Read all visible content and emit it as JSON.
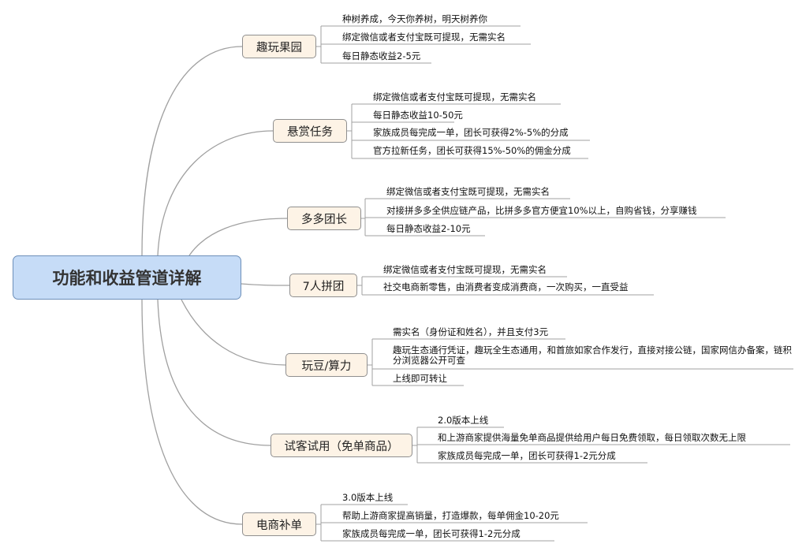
{
  "title": "功能和收益管道详解",
  "branches": [
    {
      "label": "趣玩果园",
      "items": [
        "种树养成，今天你养树，明天树养你",
        "绑定微信或者支付宝既可提现，无需实名",
        "每日静态收益2-5元"
      ]
    },
    {
      "label": "悬赏任务",
      "items": [
        "绑定微信或者支付宝既可提现，无需实名",
        "每日静态收益10-50元",
        "家族成员每完成一单，团长可获得2%-5%的分成",
        "官方拉新任务，团长可获得15%-50%的佣金分成"
      ]
    },
    {
      "label": "多多团长",
      "items": [
        "绑定微信或者支付宝既可提现，无需实名",
        "对接拼多多全供应链产品，比拼多多官方便宜10%以上，自购省钱，分享赚钱",
        "每日静态收益2-10元"
      ]
    },
    {
      "label": "7人拼团",
      "items": [
        "绑定微信或者支付宝既可提现，无需实名",
        "社交电商新零售，由消费者变成消费商，一次购买，一直受益"
      ]
    },
    {
      "label": "玩豆/算力",
      "items": [
        "需实名（身份证和姓名），并且支付3元",
        "趣玩生态通行凭证，趣玩全生态通用，和首旅如家合作发行，直接对接公链，国家网信办备案，链积分浏览器公开可查",
        "上线即可转让"
      ]
    },
    {
      "label": "试客试用（免单商品）",
      "items": [
        "2.0版本上线",
        "和上游商家提供海量免单商品提供给用户每日免费领取，每日领取次数无上限",
        "家族成员每完成一单，团长可获得1-2元分成"
      ]
    },
    {
      "label": "电商补单",
      "items": [
        "3.0版本上线",
        "帮助上游商家提高销量，打造爆款，每单佣金10-20元",
        "家族成员每完成一单，团长可获得1-2元分成"
      ]
    }
  ],
  "colors": {
    "root_fill": "#c6dcf7",
    "root_border": "#6d8fb9",
    "branch_fill": "#fdf3e6",
    "branch_border": "#8f8f8f",
    "line": "#a0a0a0"
  }
}
